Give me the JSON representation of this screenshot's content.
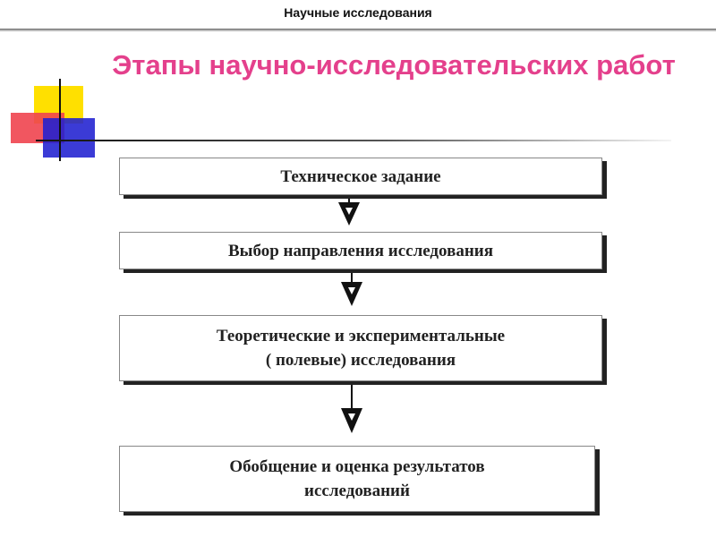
{
  "header": {
    "title": "Научные исследования"
  },
  "slide": {
    "title": "Этапы научно-исследовательских работ"
  },
  "stages": [
    {
      "label": "Техническое задание"
    },
    {
      "label": "Выбор направления исследования"
    },
    {
      "label": "Теоретические и экспериментальные\n( полевые) исследования"
    },
    {
      "label": "Обобщение    и оценка результатов\nисследований"
    }
  ]
}
